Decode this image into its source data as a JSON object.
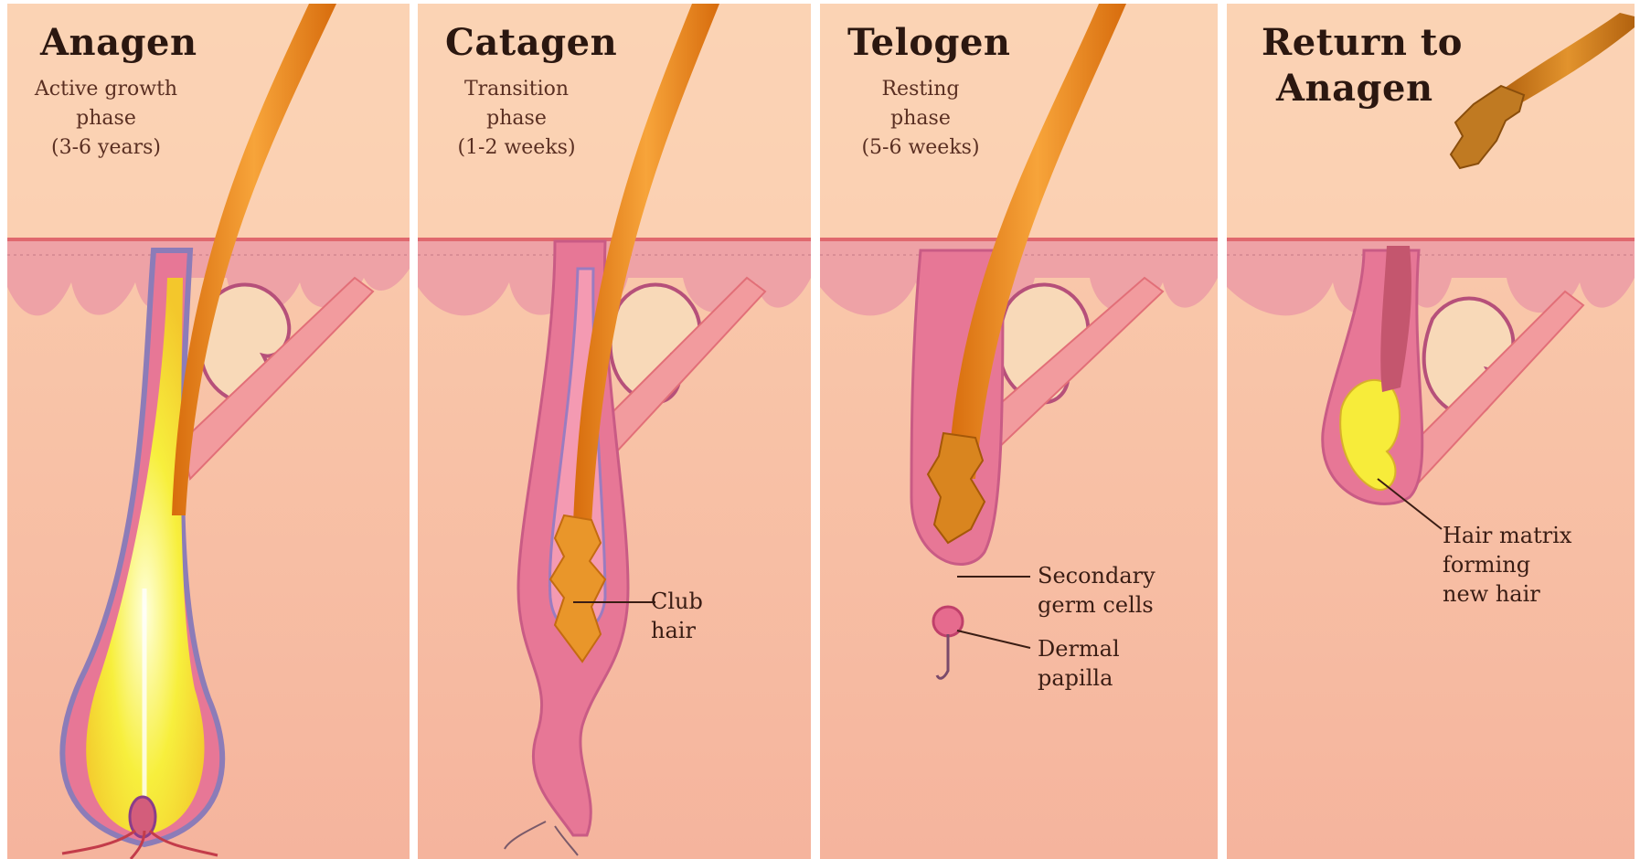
{
  "colors": {
    "background_skin": "#f9c7a8",
    "epidermis": "#f0a0a2",
    "follicle_pink": "#e46d8a",
    "hair_shaft": "#e98a1c",
    "hair_matrix": "#f6ed3c",
    "panel_divider": "#ffffff"
  },
  "panels": [
    {
      "title": "Anagen",
      "subtitle": [
        "Active growth",
        "phase",
        "(3-6 years)"
      ]
    },
    {
      "title": "Catagen",
      "subtitle": [
        "Transition",
        "phase",
        "(1-2 weeks)"
      ],
      "callouts": [
        [
          "Club",
          "hair"
        ]
      ]
    },
    {
      "title": "Telogen",
      "subtitle": [
        "Resting",
        "phase",
        "(5-6 weeks)"
      ],
      "callouts": [
        [
          "Secondary",
          "germ cells"
        ],
        [
          "Dermal",
          "papilla"
        ]
      ]
    },
    {
      "title_lines": [
        "Return to",
        "Anagen"
      ],
      "callouts": [
        [
          "Hair matrix",
          "forming",
          "new hair"
        ]
      ]
    }
  ]
}
